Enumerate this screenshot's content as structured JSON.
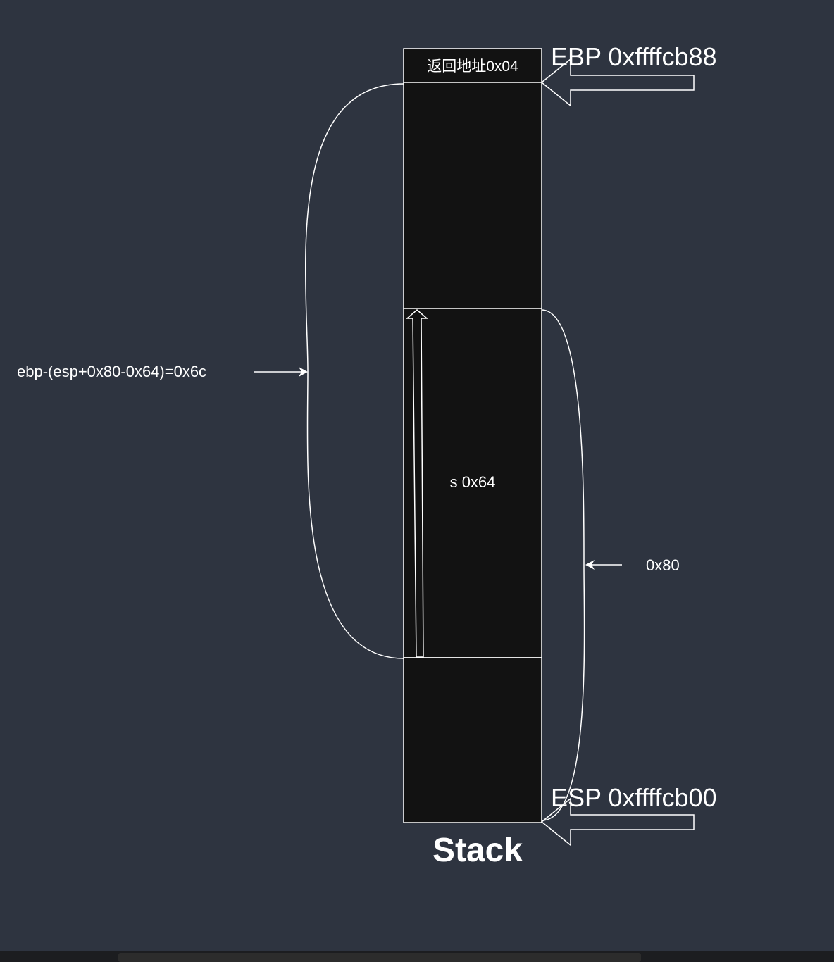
{
  "stack": {
    "return_address_label": "返回地址0x04",
    "buffer_label": "s 0x64",
    "title": "Stack"
  },
  "pointers": {
    "ebp_label": "EBP 0xffffcb88",
    "esp_label": "ESP 0xffffcb00"
  },
  "annotations": {
    "offset_formula": "ebp-(esp+0x80-0x64)=0x6c",
    "frame_size": "0x80"
  },
  "colors": {
    "background": "#2e3440",
    "cell": "#121212",
    "stroke": "#ffffff"
  }
}
